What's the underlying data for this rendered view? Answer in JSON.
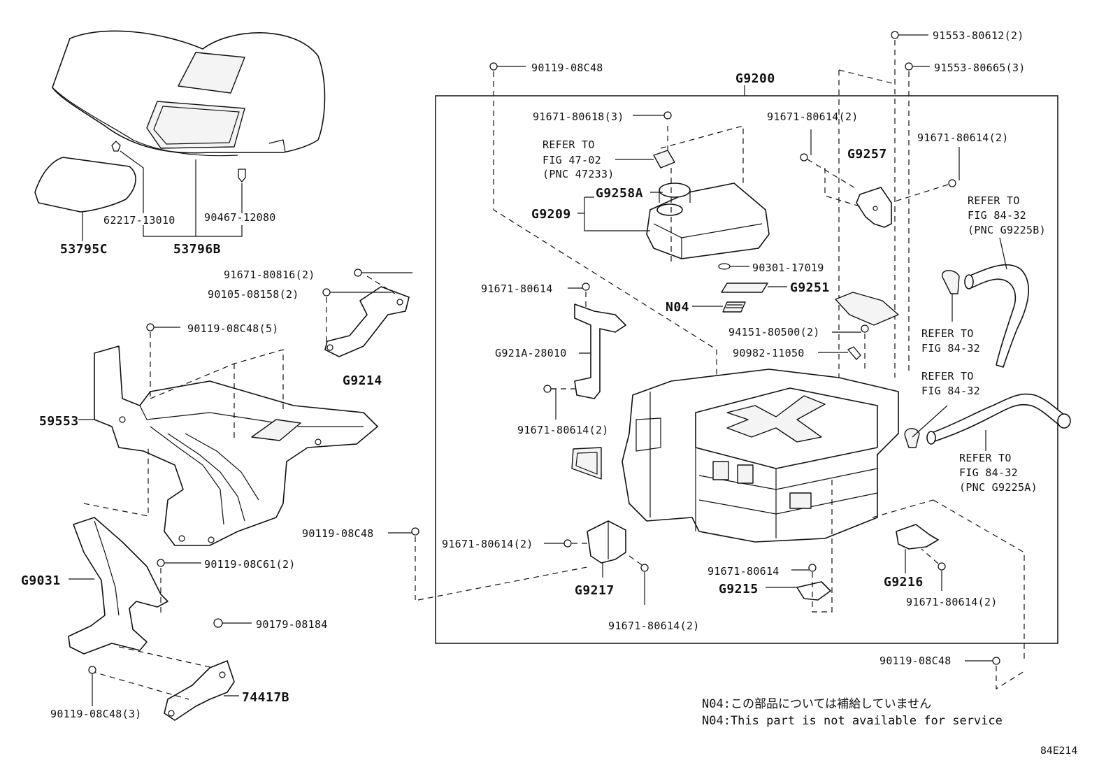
{
  "diagram": {
    "group_label": "G9200",
    "figure_code": "84E214",
    "notes": {
      "jp": "N04:この部品については補給していません",
      "en": "N04:This part is not available for service"
    },
    "labels": {
      "p53795C": "53795C",
      "p53796B": "53796B",
      "p62217": "62217-13010",
      "p90467": "90467-12080",
      "p91671_80816": "91671-80816(2)",
      "p90105": "90105-08158(2)",
      "p90119_5": "90119-08C48(5)",
      "pG9214": "G9214",
      "p59553": "59553",
      "pG9031": "G9031",
      "p90119_08C61": "90119-08C61(2)",
      "p90179": "90179-08184",
      "p74417B": "74417B",
      "p90119_3": "90119-08C48(3)",
      "p90119_top": "90119-08C48",
      "p90119_mid": "90119-08C48",
      "p90119_br": "90119-08C48",
      "p91671_80618": "91671-80618(3)",
      "refer_4702_a": "REFER TO",
      "refer_4702_b": "FIG 47-02",
      "refer_4702_c": "(PNC 47233)",
      "pG9258A": "G9258A",
      "pG9209": "G9209",
      "p90301": "90301-17019",
      "pG9251": "G9251",
      "pN04": "N04",
      "p91671_80614_a": "91671-80614",
      "pG921A": "G921A-28010",
      "p91671_80614_b": "91671-80614(2)",
      "p91671_80614_c": "91671-80614(2)",
      "p91671_80614_d": "91671-80614(2)",
      "p91671_80614_e": "91671-80614",
      "p91671_80614_f": "91671-80614(2)",
      "p91671_80614_g": "91671-80614(2)",
      "p91671_80614_h": "91671-80614(2)",
      "pG9217": "G9217",
      "pG9215": "G9215",
      "pG9216": "G9216",
      "pG9257": "G9257",
      "p91553_80612": "91553-80612(2)",
      "p91553_80665": "91553-80665(3)",
      "p94151": "94151-80500(2)",
      "p90982": "90982-11050",
      "refer_8432_b1": "REFER TO",
      "refer_8432_b2": "FIG 84-32",
      "refer_8432_b3": "(PNC G9225B)",
      "refer_8432_m1": "REFER TO",
      "refer_8432_m2": "FIG 84-32",
      "refer_8432_n1": "REFER TO",
      "refer_8432_n2": "FIG 84-32",
      "refer_8432_a1": "REFER TO",
      "refer_8432_a2": "FIG 84-32",
      "refer_8432_a3": "(PNC G9225A)"
    }
  }
}
